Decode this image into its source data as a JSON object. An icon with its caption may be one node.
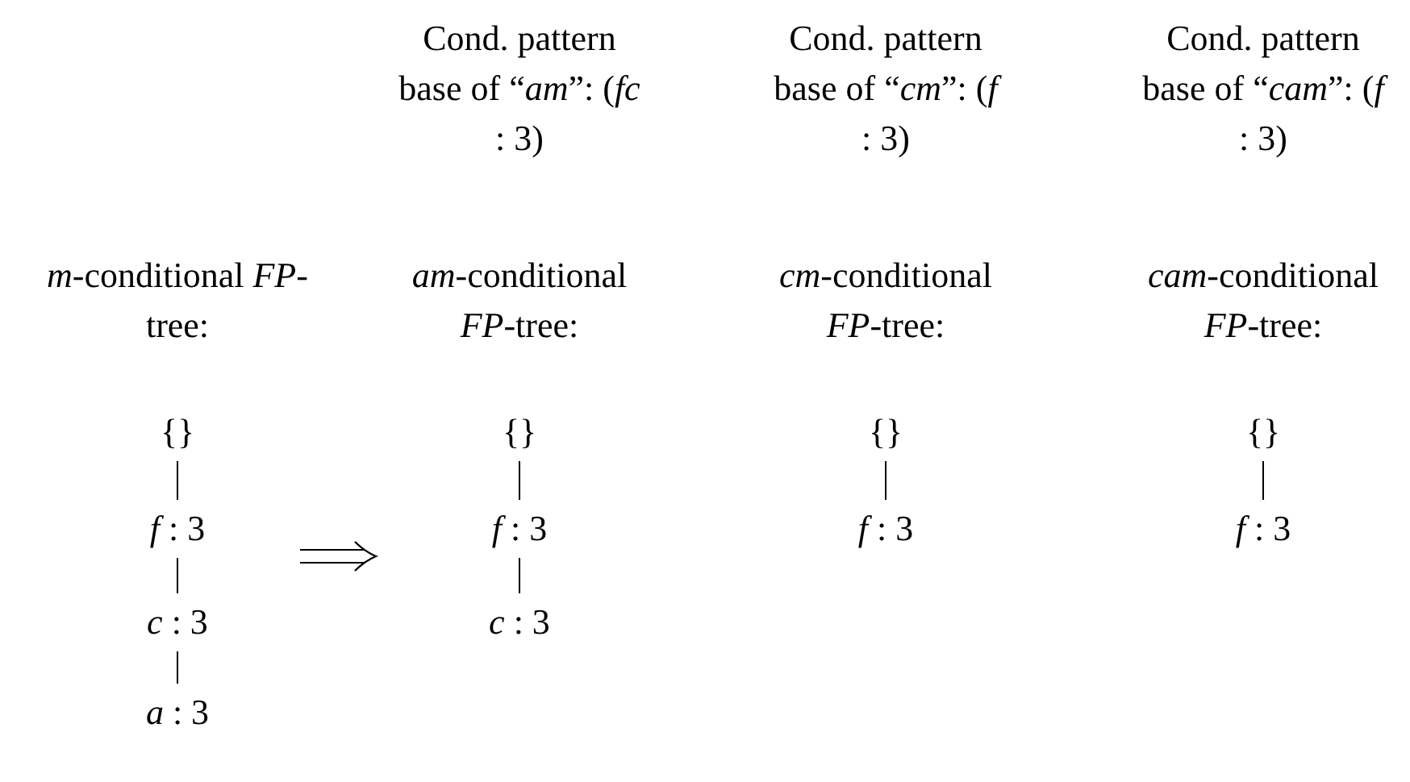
{
  "diagram": {
    "nodes": [
      {
        "text": [
          "{}"
        ]
      },
      {
        "text": [
          "*f* : 3"
        ]
      },
      {
        "text": [
          "*c* : 3"
        ]
      },
      {
        "text": [
          "*a* : 3"
        ]
      },
      {
        "text": [
          "{}"
        ]
      },
      {
        "text": [
          "*f* : 3"
        ]
      },
      {
        "text": [
          "*c* : 3"
        ]
      },
      {
        "text": [
          "{}"
        ]
      },
      {
        "text": [
          "*f* : 3"
        ]
      },
      {
        "text": [
          "{}"
        ]
      },
      {
        "text": [
          "*f* : 3"
        ]
      }
    ],
    "edges": [
      {
        "from": 0,
        "to": 1,
        "arrow": "none"
      },
      {
        "from": 1,
        "to": 2,
        "arrow": "none"
      },
      {
        "from": 2,
        "to": 3,
        "arrow": "none"
      },
      {
        "from": 4,
        "to": 5,
        "arrow": "none"
      },
      {
        "from": 5,
        "to": 6,
        "arrow": "none"
      },
      {
        "from": 7,
        "to": 8,
        "arrow": "none"
      },
      {
        "from": 9,
        "to": 10,
        "arrow": "none"
      }
    ],
    "labels": [
      "Cond. pattern base of “*am*”: (*fc* : 3)",
      "Cond. pattern base of “*cm*”: (*f* : 3)",
      "Cond. pattern base of “*cam*”: (*f* : 3)",
      "*m*-conditional *FP*-tree:",
      "*am*-conditional *FP*-tree:",
      "*cm*-conditional *FP*-tree:",
      "*cam*-conditional *FP*-tree:"
    ]
  }
}
